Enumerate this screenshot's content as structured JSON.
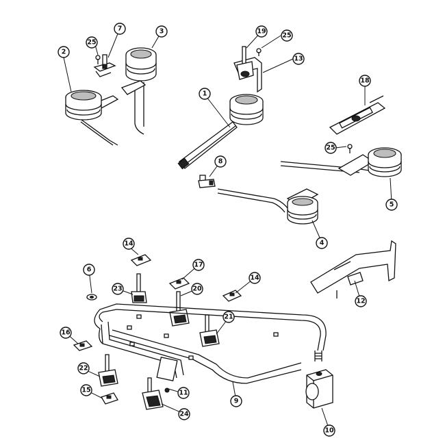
{
  "callouts": [
    {
      "id": "c2",
      "label": "2"
    },
    {
      "id": "c25a",
      "label": "25"
    },
    {
      "id": "c7",
      "label": "7"
    },
    {
      "id": "c3",
      "label": "3"
    },
    {
      "id": "c19",
      "label": "19"
    },
    {
      "id": "c25b",
      "label": "25"
    },
    {
      "id": "c13",
      "label": "13"
    },
    {
      "id": "c1",
      "label": "1"
    },
    {
      "id": "c18",
      "label": "18"
    },
    {
      "id": "c25c",
      "label": "25"
    },
    {
      "id": "c5",
      "label": "5"
    },
    {
      "id": "c8",
      "label": "8"
    },
    {
      "id": "c4",
      "label": "4"
    },
    {
      "id": "c14a",
      "label": "14"
    },
    {
      "id": "c6",
      "label": "6"
    },
    {
      "id": "c17",
      "label": "17"
    },
    {
      "id": "c23",
      "label": "23"
    },
    {
      "id": "c20",
      "label": "20"
    },
    {
      "id": "c14b",
      "label": "14"
    },
    {
      "id": "c12",
      "label": "12"
    },
    {
      "id": "c21",
      "label": "21"
    },
    {
      "id": "c16",
      "label": "16"
    },
    {
      "id": "c22",
      "label": "22"
    },
    {
      "id": "c15",
      "label": "15"
    },
    {
      "id": "c11",
      "label": "11"
    },
    {
      "id": "c24",
      "label": "24"
    },
    {
      "id": "c9",
      "label": "9"
    },
    {
      "id": "c10",
      "label": "10"
    }
  ]
}
